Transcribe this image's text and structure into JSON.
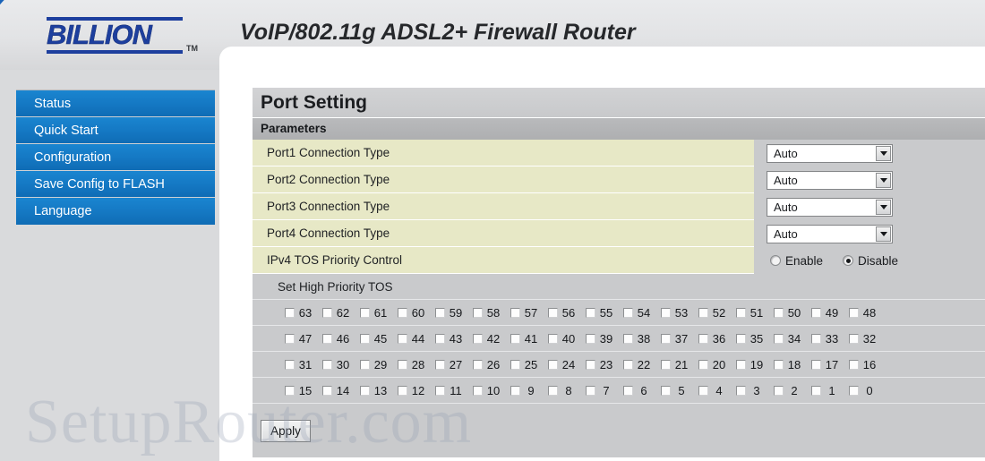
{
  "header": {
    "brand": "BILLION",
    "brand_tm": "TM",
    "product_title": "VoIP/802.11g ADSL2+ Firewall Router"
  },
  "sidebar": {
    "items": [
      {
        "label": "Status"
      },
      {
        "label": "Quick Start"
      },
      {
        "label": "Configuration"
      },
      {
        "label": "Save Config to FLASH"
      },
      {
        "label": "Language"
      }
    ]
  },
  "main": {
    "page_title": "Port Setting",
    "section_title": "Parameters",
    "port_rows": [
      {
        "label": "Port1 Connection Type",
        "value": "Auto"
      },
      {
        "label": "Port2 Connection Type",
        "value": "Auto"
      },
      {
        "label": "Port3 Connection Type",
        "value": "Auto"
      },
      {
        "label": "Port4 Connection Type",
        "value": "Auto"
      }
    ],
    "tos_control": {
      "label": "IPv4 TOS Priority Control",
      "options": [
        {
          "label": "Enable",
          "selected": false
        },
        {
          "label": "Disable",
          "selected": true
        }
      ]
    },
    "tos_section_label": "Set High Priority TOS",
    "tos_rows": [
      [
        "63",
        "62",
        "61",
        "60",
        "59",
        "58",
        "57",
        "56",
        "55",
        "54",
        "53",
        "52",
        "51",
        "50",
        "49",
        "48"
      ],
      [
        "47",
        "46",
        "45",
        "44",
        "43",
        "42",
        "41",
        "40",
        "39",
        "38",
        "37",
        "36",
        "35",
        "34",
        "33",
        "32"
      ],
      [
        "31",
        "30",
        "29",
        "28",
        "27",
        "26",
        "25",
        "24",
        "23",
        "22",
        "21",
        "20",
        "19",
        "18",
        "17",
        "16"
      ],
      [
        "15",
        "14",
        "13",
        "12",
        "11",
        "10",
        "9",
        "8",
        "7",
        "6",
        "5",
        "4",
        "3",
        "2",
        "1",
        "0"
      ]
    ],
    "apply_label": "Apply"
  },
  "watermark": {
    "text": "SetupRouter.com"
  },
  "colors": {
    "nav_blue": "#1579c4",
    "row_khaki": "#e7e8c6",
    "row_gray": "#c9cacc",
    "brand_blue": "#1d3f9e"
  }
}
